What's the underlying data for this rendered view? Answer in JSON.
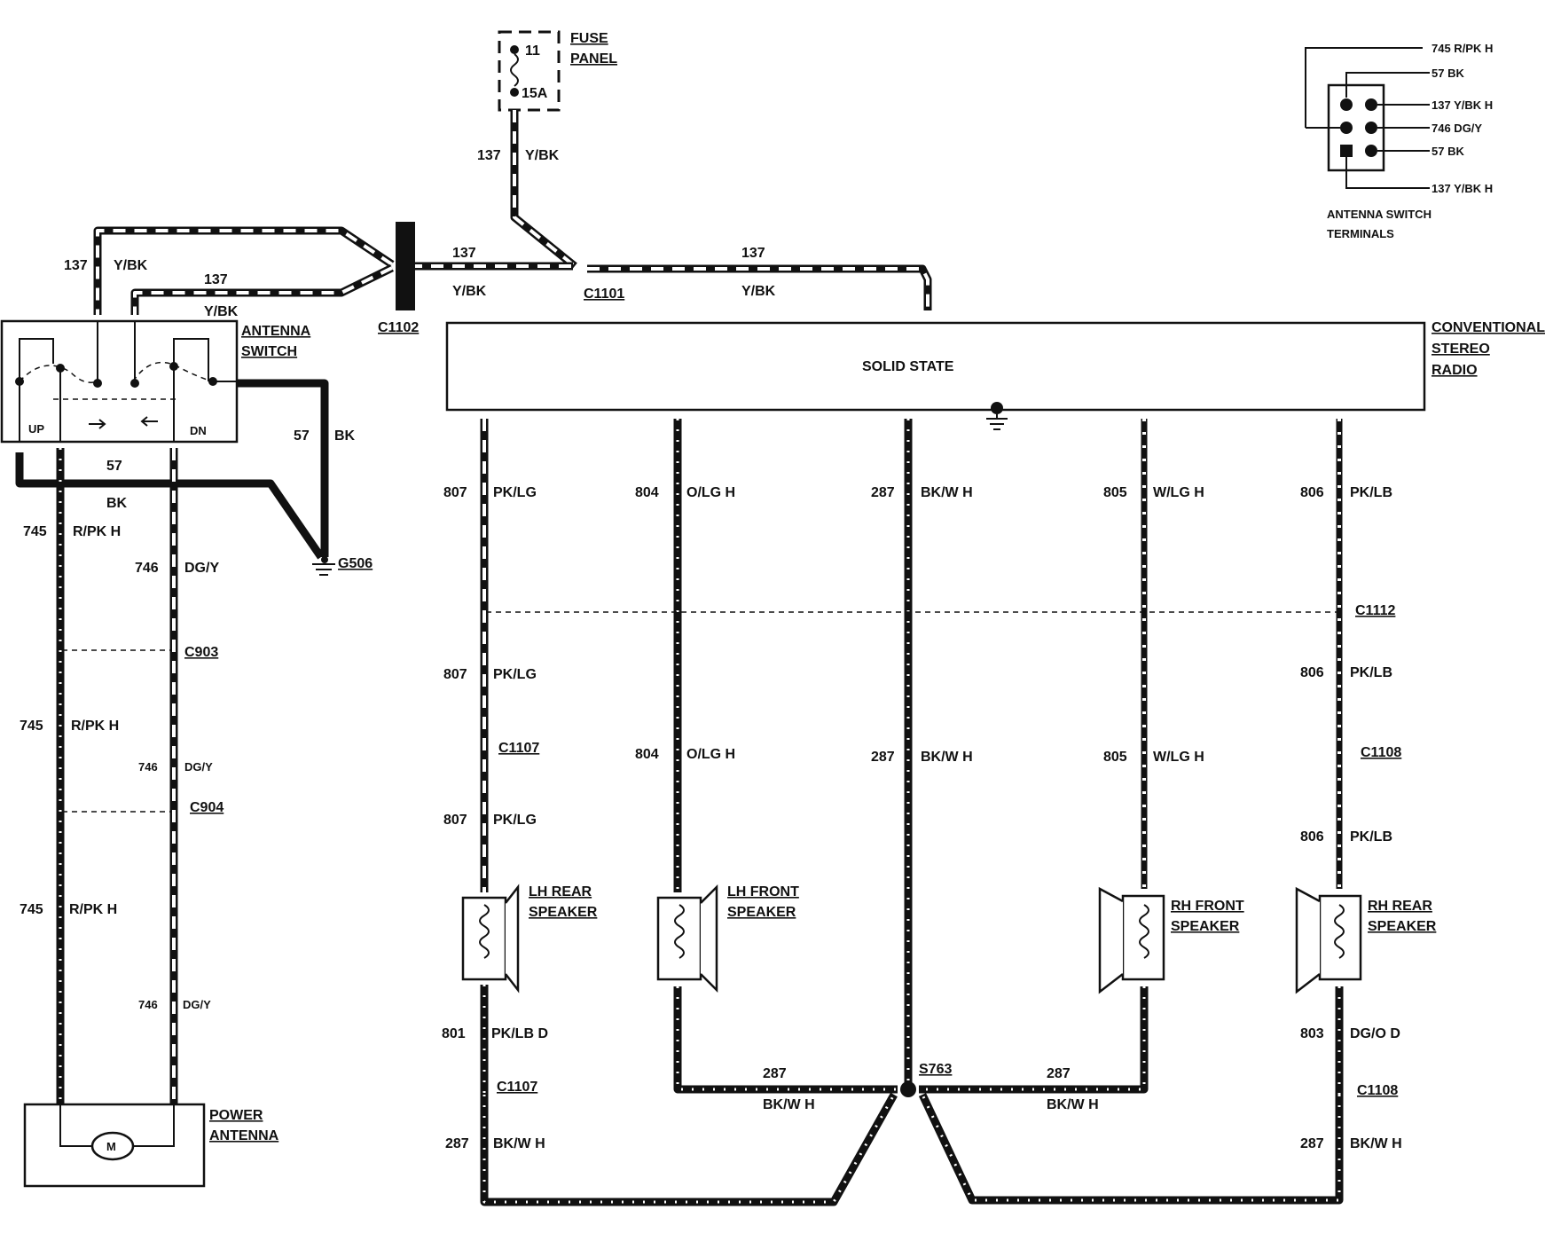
{
  "fuse_panel": {
    "label_line1": "FUSE",
    "label_line2": "PANEL",
    "fuse_number": "11",
    "fuse_rating": "15A"
  },
  "circuit_137": {
    "number": "137",
    "color": "Y/BK"
  },
  "connectors": {
    "c1101": "C1101",
    "c1102": "C1102",
    "c903": "C903",
    "c904": "C904",
    "c1112": "C1112",
    "c1107_top": "C1107",
    "c1107_bot": "C1107",
    "c1108_top": "C1108",
    "c1108_bot": "C1108",
    "s763": "S763",
    "g506": "G506"
  },
  "antenna_switch": {
    "line1": "ANTENNA",
    "line2": "SWITCH",
    "up": "UP",
    "dn": "DN"
  },
  "radio": {
    "inner": "SOLID STATE",
    "line1": "CONVENTIONAL",
    "line2": "STEREO",
    "line3": "RADIO"
  },
  "power_antenna": {
    "line1": "POWER",
    "line2": "ANTENNA",
    "motor": "M"
  },
  "circuit_57": {
    "number": "57",
    "color": "BK"
  },
  "circuit_745": {
    "number": "745",
    "color": "R/PK H"
  },
  "circuit_746": {
    "number": "746",
    "color": "DG/Y"
  },
  "circuit_807": {
    "number": "807",
    "color": "PK/LG"
  },
  "circuit_804": {
    "number": "804",
    "color": "O/LG H"
  },
  "circuit_287": {
    "number": "287",
    "color": "BK/W H"
  },
  "circuit_805": {
    "number": "805",
    "color": "W/LG H"
  },
  "circuit_806": {
    "number": "806",
    "color": "PK/LB"
  },
  "circuit_801": {
    "number": "801",
    "color": "PK/LB D"
  },
  "circuit_803": {
    "number": "803",
    "color": "DG/O D"
  },
  "speakers": {
    "lh_rear": {
      "line1": "LH REAR",
      "line2": "SPEAKER"
    },
    "lh_front": {
      "line1": "LH FRONT",
      "line2": "SPEAKER"
    },
    "rh_front": {
      "line1": "RH FRONT",
      "line2": "SPEAKER"
    },
    "rh_rear": {
      "line1": "RH REAR",
      "line2": "SPEAKER"
    }
  },
  "terminals": {
    "title_line1": "ANTENNA SWITCH",
    "title_line2": "TERMINALS",
    "t1": "745 R/PK H",
    "t2": "57 BK",
    "t3": "137 Y/BK H",
    "t4": "746 DG/Y",
    "t5": "57 BK",
    "t6": "137 Y/BK H"
  }
}
